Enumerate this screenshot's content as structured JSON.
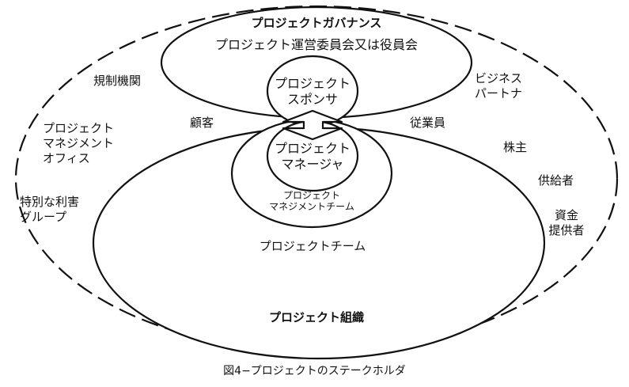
{
  "labels": {
    "governance_title": "プロジェクトガバナンス",
    "governance_sub": "プロジェクト運営委員会又は役員会",
    "sponsor": "プロジェクト\nスポンサ",
    "manager": "プロジェクト\nマネージャ",
    "pm_team": "プロジェクト\nマネジメントチーム",
    "project_team": "プロジェクトチーム",
    "organization": "プロジェクト組織",
    "regulators": "規制機関",
    "customer": "顧客",
    "pmo": "プロジェクト\nマネジメント\nオフィス",
    "special_interest": "特別な利害\nグループ",
    "business_partners": "ビジネス\nパートナ",
    "employees": "従業員",
    "shareholders": "株主",
    "suppliers": "供給者",
    "funders": "資金\n提供者"
  },
  "caption": "図4−プロジェクトのステークホルダ"
}
